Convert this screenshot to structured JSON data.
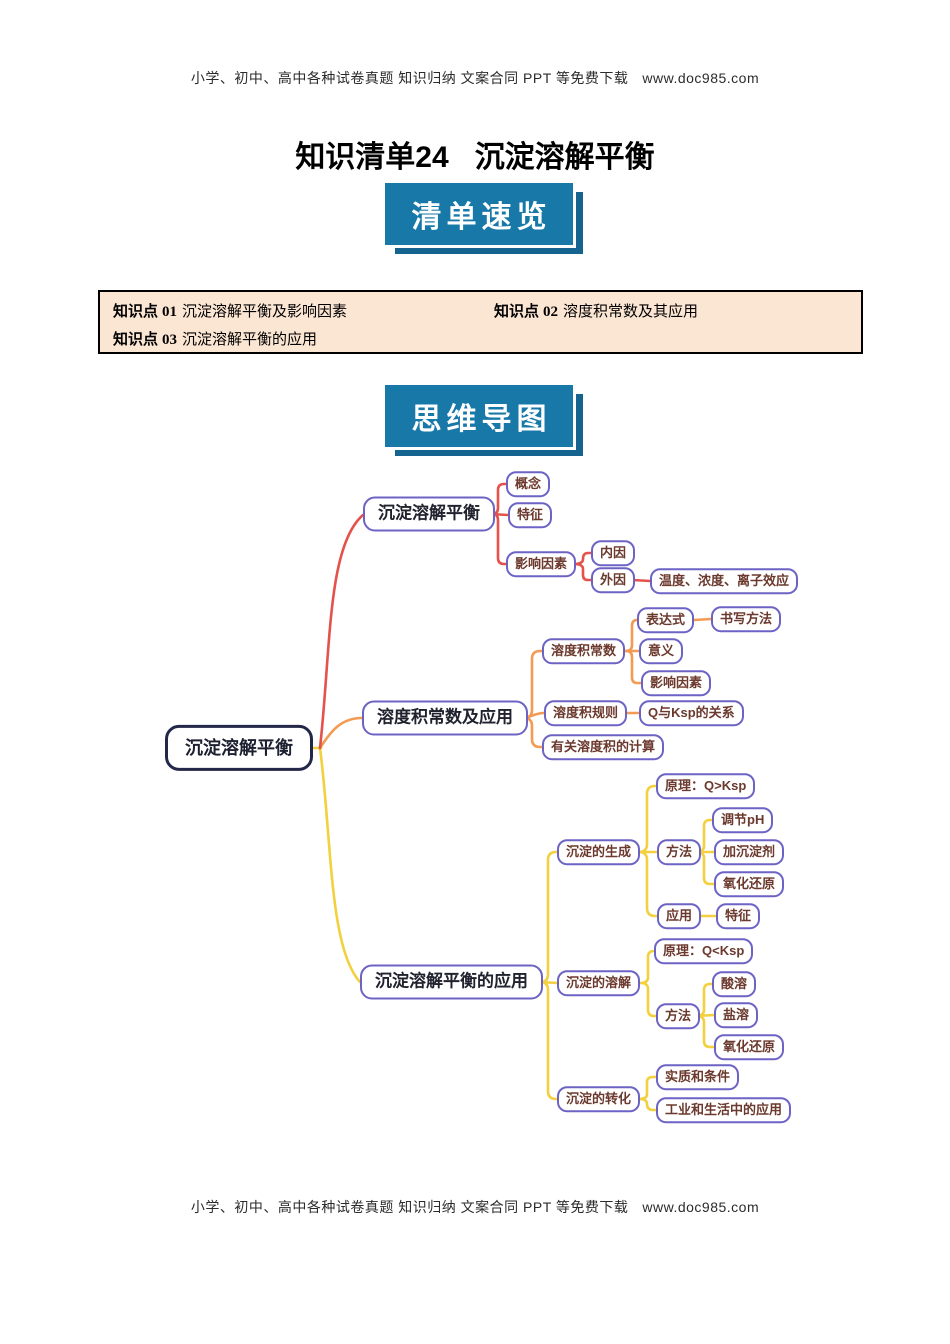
{
  "header": {
    "prefix": "小学、初中、高中各种试卷真题 知识归纳 文案合同 PPT 等免费下载",
    "site": "www.doc985.com"
  },
  "footer": {
    "prefix": "小学、初中、高中各种试卷真题 知识归纳 文案合同 PPT 等免费下载",
    "site": "www.doc985.com"
  },
  "title": "知识清单24",
  "subtitle": "沉淀溶解平衡",
  "banners": {
    "overview": "清单速览",
    "mindmap": "思维导图"
  },
  "knowledge_points": [
    {
      "label": "知识点",
      "num": "01",
      "text": "沉淀溶解平衡及影响因素"
    },
    {
      "label": "知识点",
      "num": "02",
      "text": "溶度积常数及其应用"
    },
    {
      "label": "知识点",
      "num": "03",
      "text": "沉淀溶解平衡的应用"
    }
  ],
  "colors": {
    "banner_bg": "#1878a8",
    "banner_shadow": "#15638f",
    "kp_box_bg": "#fbe5d3",
    "branch1_line": "#e4524b",
    "branch2_line": "#f39b52",
    "branch3_line": "#f2d03e",
    "node_border": "#6c63c5",
    "root_border": "#232849",
    "node_text": "#6b392d"
  },
  "mindmap": {
    "root": "沉淀溶解平衡",
    "b1": "沉淀溶解平衡",
    "b1_concept": "概念",
    "b1_feature": "特征",
    "b1_factors": "影响因素",
    "b1_internal": "内因",
    "b1_external": "外因",
    "b1_external_detail": "温度、浓度、离子效应",
    "b2": "溶度积常数及应用",
    "b2_ksp": "溶度积常数",
    "b2_expr": "表达式",
    "b2_writing": "书写方法",
    "b2_meaning": "意义",
    "b2_factors": "影响因素",
    "b2_rule": "溶度积规则",
    "b2_qksp": "Q与Ksp的关系",
    "b2_calc": "有关溶度积的计算",
    "b3": "沉淀溶解平衡的应用",
    "b3_gen": "沉淀的生成",
    "b3_gen_principle": "原理：Q>Ksp",
    "b3_gen_method": "方法",
    "b3_gen_ph": "调节pH",
    "b3_gen_agent": "加沉淀剂",
    "b3_gen_redox": "氧化还原",
    "b3_gen_app": "应用",
    "b3_gen_app_feature": "特征",
    "b3_dis": "沉淀的溶解",
    "b3_dis_principle": "原理：Q<Ksp",
    "b3_dis_method": "方法",
    "b3_dis_acid": "酸溶",
    "b3_dis_salt": "盐溶",
    "b3_dis_redox": "氧化还原",
    "b3_trans": "沉淀的转化",
    "b3_trans_essence": "实质和条件",
    "b3_trans_industry": "工业和生活中的应用"
  }
}
